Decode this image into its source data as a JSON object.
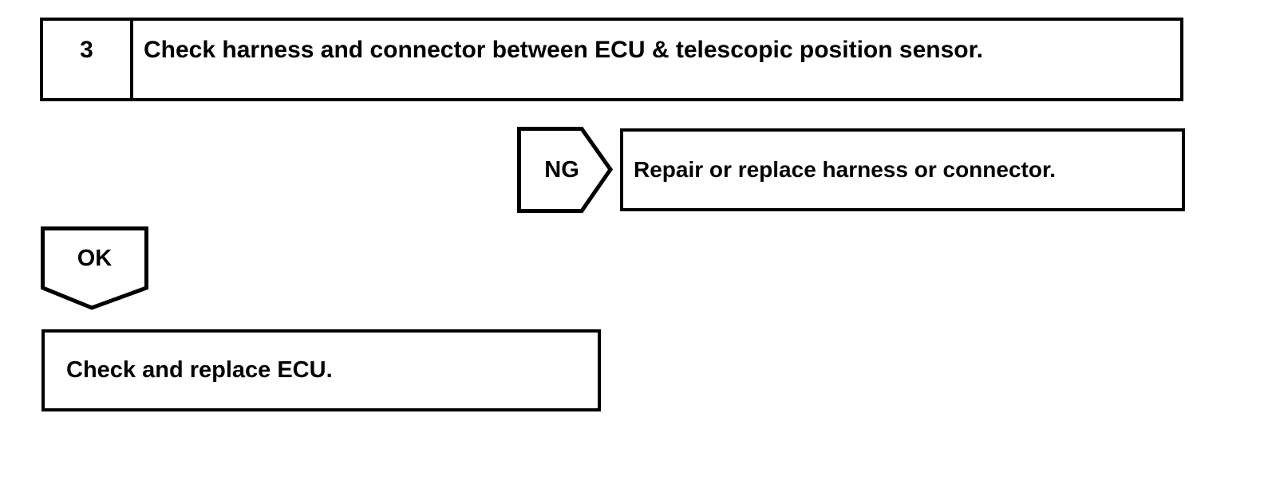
{
  "page": {
    "background": "#ffffff",
    "line_color": "#000000"
  },
  "flowchart": {
    "step_box": {
      "number": "3",
      "instruction": "Check harness and connector between ECU & telescopic position sensor."
    },
    "ng_branch": {
      "label": "NG",
      "action": "Repair or replace harness or connector."
    },
    "ok_branch": {
      "label": "OK",
      "action": "Check and replace ECU."
    }
  }
}
